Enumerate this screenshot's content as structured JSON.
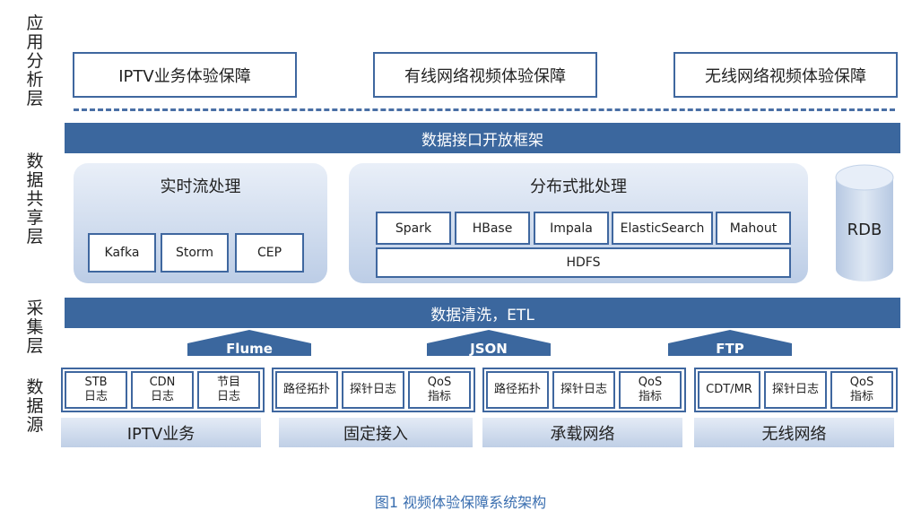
{
  "layers": {
    "app": [
      "应",
      "用",
      "分",
      "析",
      "层"
    ],
    "share": [
      "数",
      "据",
      "共",
      "享",
      "层"
    ],
    "collect": [
      "采",
      "集",
      "层"
    ],
    "source": [
      "数",
      "据",
      "源"
    ]
  },
  "app_boxes": [
    "IPTV业务体验保障",
    "有线网络视频体验保障",
    "无线网络视频体验保障"
  ],
  "band_top": "数据接口开放框架",
  "realtime": {
    "title": "实时流处理",
    "items": [
      "Kafka",
      "Storm",
      "CEP"
    ]
  },
  "batch": {
    "title": "分布式批处理",
    "items": [
      "Spark",
      "HBase",
      "Impala",
      "ElasticSearch",
      "Mahout"
    ],
    "base": "HDFS"
  },
  "rdb": "RDB",
  "band_etl": "数据清洗，ETL",
  "arrows": [
    "Flume",
    "JSON",
    "FTP"
  ],
  "sources": [
    {
      "name": "IPTV业务",
      "items": [
        [
          "STB",
          "日志"
        ],
        [
          "CDN",
          "日志"
        ],
        [
          "节目",
          "日志"
        ]
      ]
    },
    {
      "name": "固定接入",
      "items": [
        [
          "路径拓扑"
        ],
        [
          "探针日志"
        ],
        [
          "QoS",
          "指标"
        ]
      ]
    },
    {
      "name": "承载网络",
      "items": [
        [
          "路径拓扑"
        ],
        [
          "探针日志"
        ],
        [
          "QoS",
          "指标"
        ]
      ]
    },
    {
      "name": "无线网络",
      "items": [
        [
          "CDT/MR"
        ],
        [
          "探针日志"
        ],
        [
          "QoS",
          "指标"
        ]
      ]
    }
  ],
  "caption": "图1  视频体验保障系统架构",
  "colors": {
    "accent": "#3b679e",
    "border": "#3f679f",
    "caption": "#3b6fb0"
  }
}
